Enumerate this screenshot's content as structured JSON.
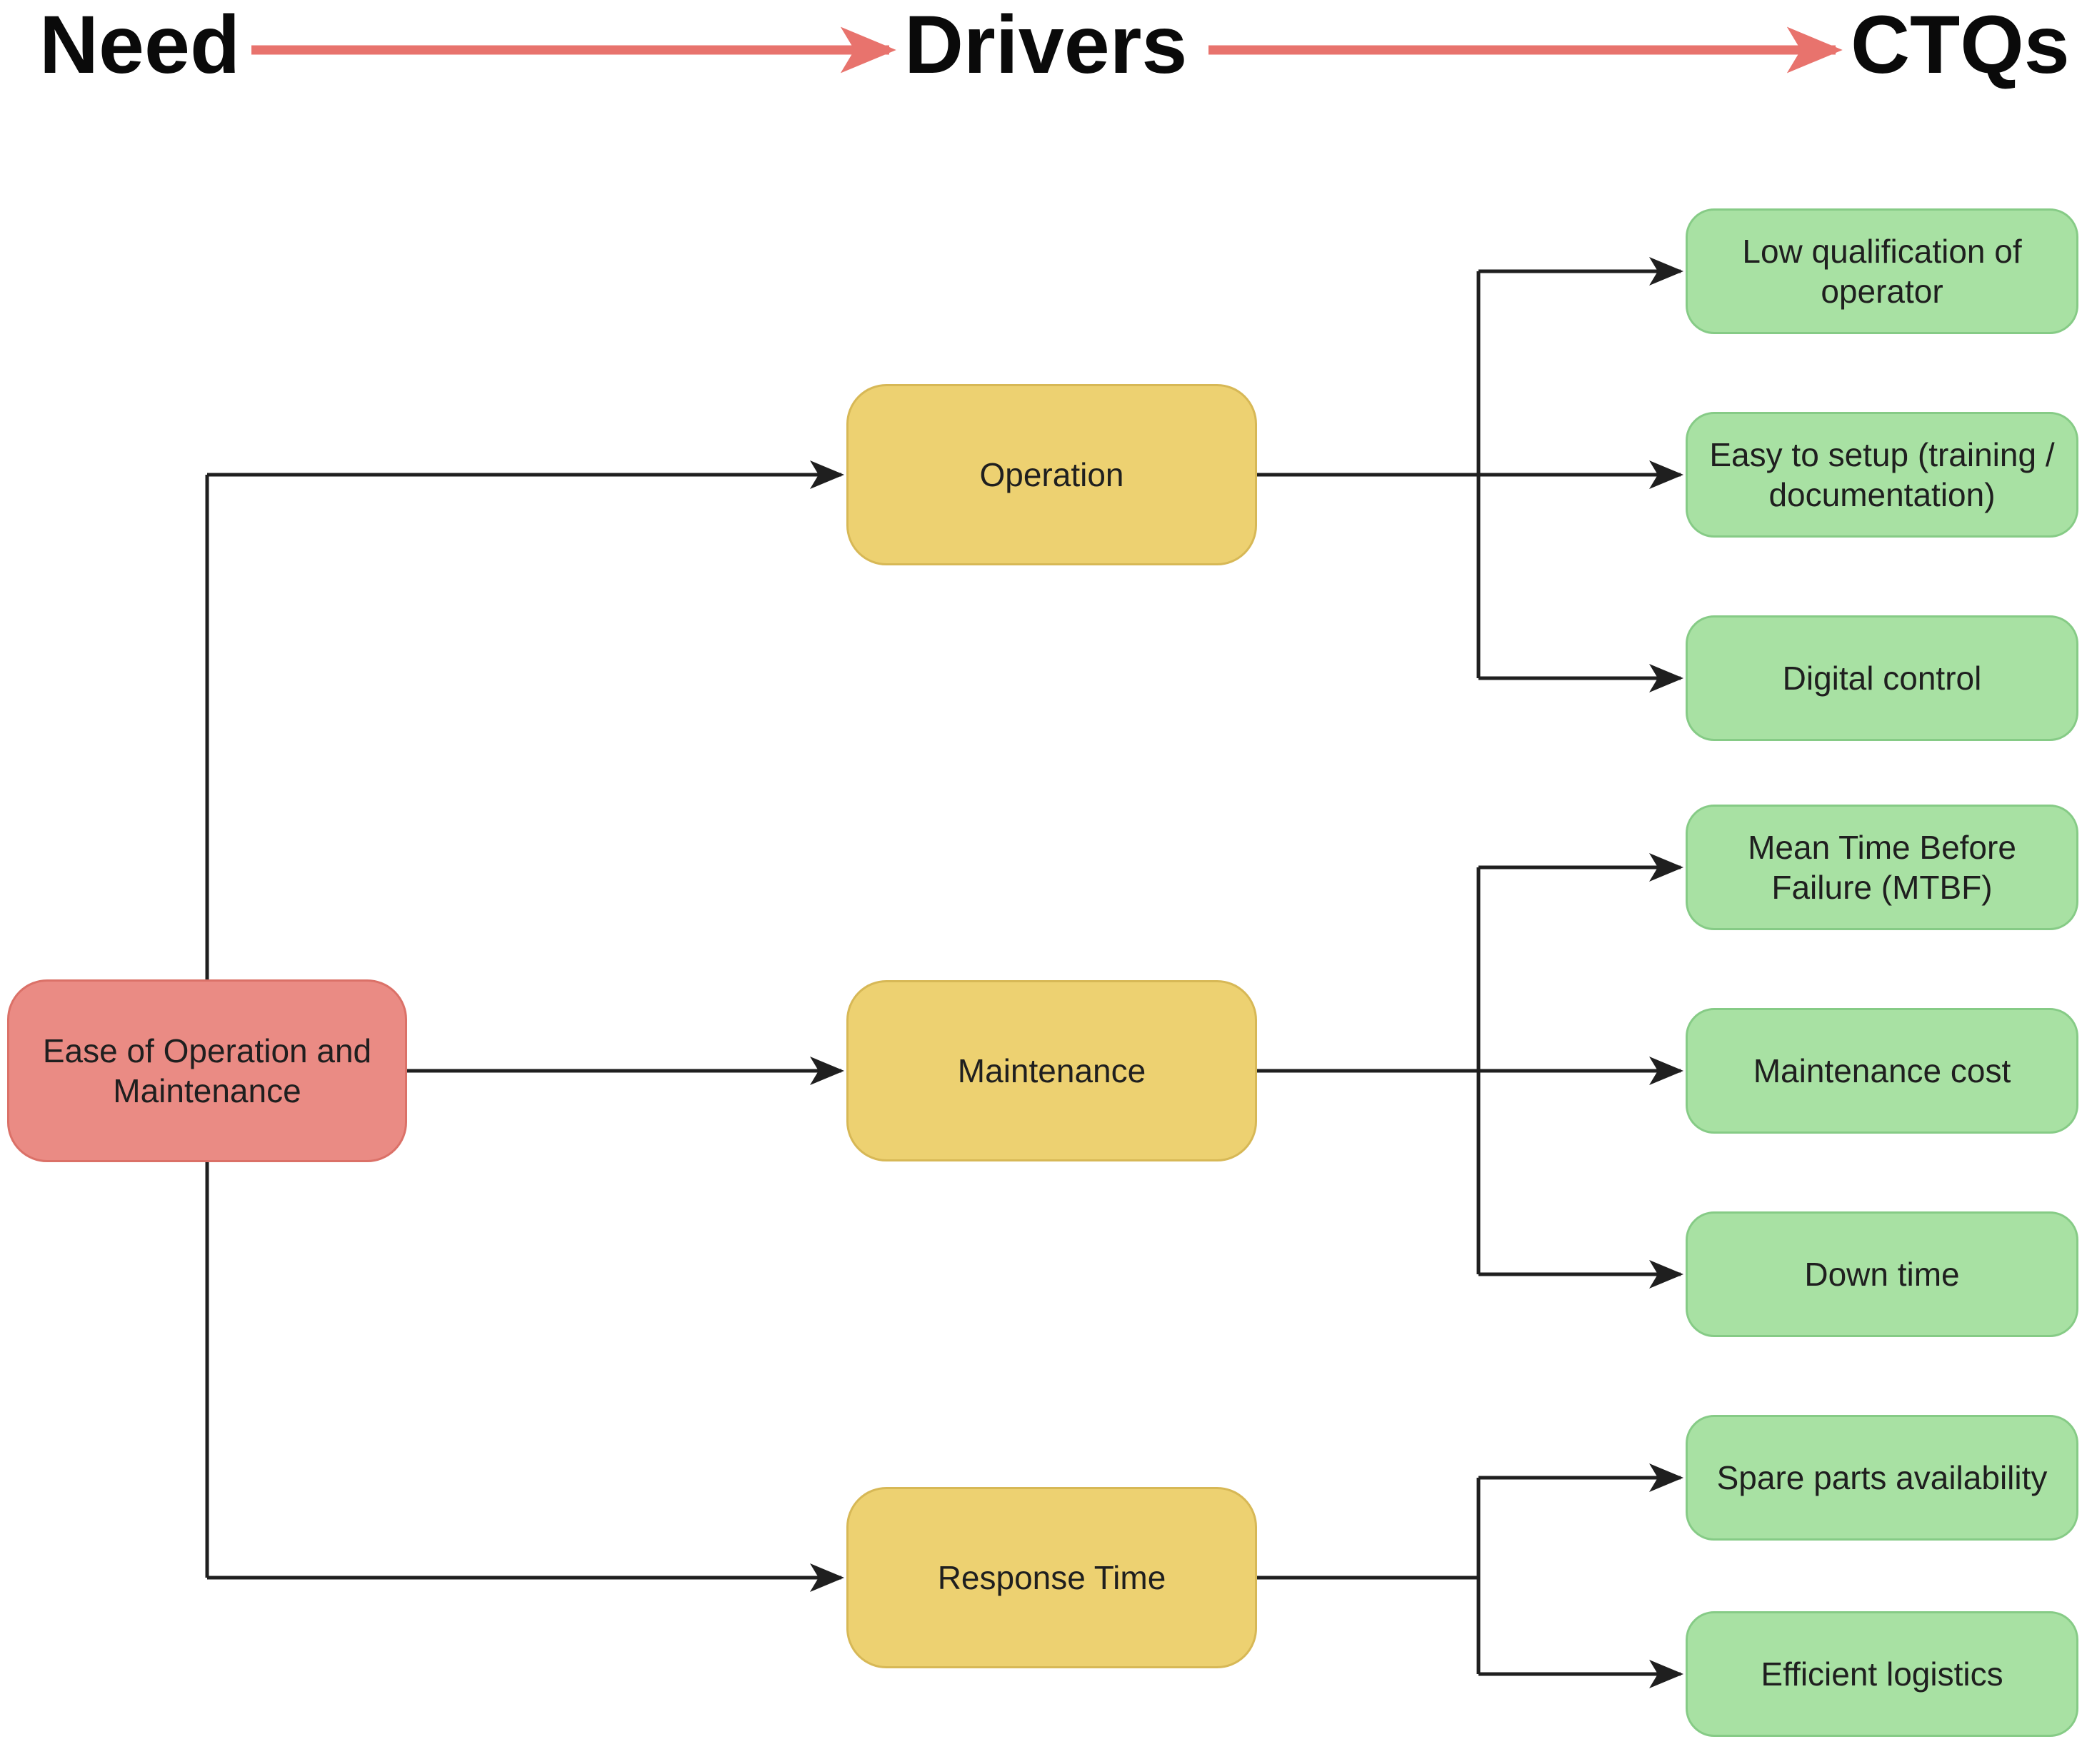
{
  "header": {
    "columns": [
      {
        "id": "need",
        "label": "Need"
      },
      {
        "id": "drivers",
        "label": "Drivers"
      },
      {
        "id": "ctqs",
        "label": "CTQs"
      }
    ]
  },
  "need": {
    "label": [
      "Ease of Operation and",
      "Maintenance"
    ]
  },
  "drivers": [
    {
      "id": "operation",
      "label": "Operation"
    },
    {
      "id": "maintenance",
      "label": "Maintenance"
    },
    {
      "id": "response-time",
      "label": "Response Time"
    }
  ],
  "ctqs": [
    {
      "driver": "Operation",
      "label": [
        "Low qualification of",
        "operator"
      ]
    },
    {
      "driver": "Operation",
      "label": [
        "Easy to setup (training /",
        "documentation)"
      ]
    },
    {
      "driver": "Operation",
      "label": "Digital control"
    },
    {
      "driver": "Maintenance",
      "label": [
        "Mean Time Before",
        "Failure (MTBF)"
      ]
    },
    {
      "driver": "Maintenance",
      "label": "Maintenance cost"
    },
    {
      "driver": "Maintenance",
      "label": "Down time"
    },
    {
      "driver": "Response Time",
      "label": "Spare parts availability"
    },
    {
      "driver": "Response Time",
      "label": "Efficient logistics"
    }
  ],
  "colors": {
    "need_fill": "#EA8B84",
    "need_border": "#DB7168",
    "driver_fill": "#EDD171",
    "driver_border": "#D7B856",
    "ctq_fill": "#A8E1A3",
    "ctq_border": "#86CB86",
    "header_arrow": "#E8736D",
    "connector": "#1F1F1F",
    "node_text": "#1F1F1F",
    "header_text": "#0A0A0A"
  }
}
